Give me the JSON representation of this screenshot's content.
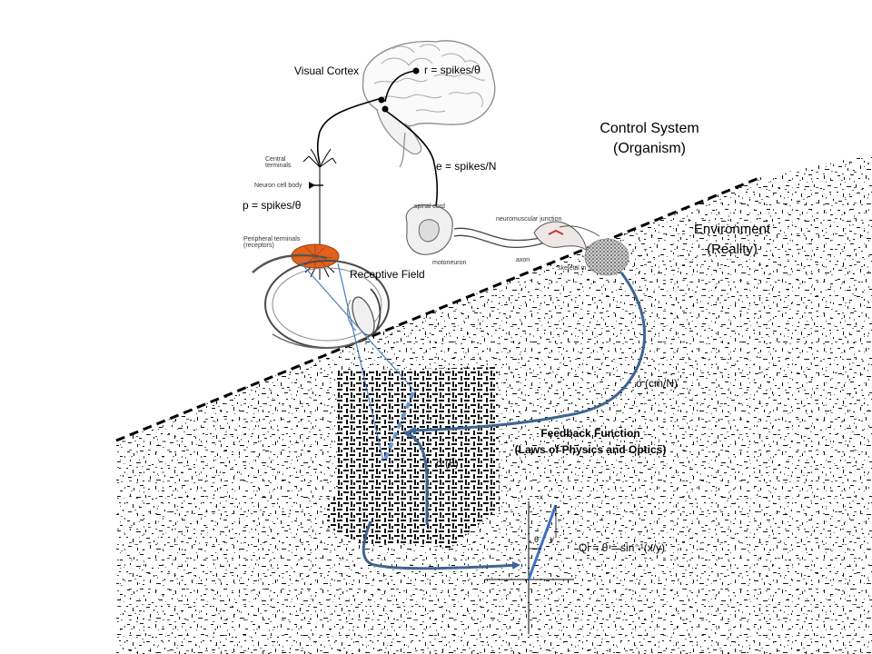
{
  "labels": {
    "visual_cortex": "Visual Cortex",
    "r_rate": "r = spikes/θ",
    "e_rate": "e = spikes/N",
    "p_rate": "p = spikes/θ",
    "receptive_field": "Receptive Field",
    "control_system_line1": "Control System",
    "control_system_line2": "(Organism)",
    "environment_line1": "Environment",
    "environment_line2": "(Reality)",
    "output_o": "o (cm/N)",
    "feedback_line1": "Feedback Function",
    "feedback_line2": "(Laws of Physics and Optics)",
    "disturbance": "d (θ)",
    "qi_formula": "Qi = θ = sin⁻¹(x/y)",
    "theta": "θ",
    "x_axis": "x",
    "y_axis": "y"
  },
  "neuron_labels": {
    "central_terminals": "Central terminals",
    "cell_body": "Neuron cell body",
    "peripheral_terminals": "Peripheral terminals (receptors)"
  },
  "spinal_labels": {
    "spinal_cord": "spinal cord",
    "neuromuscular_junction": "neuromuscular junction",
    "axon": "axon",
    "motoneuron": "motoneuron",
    "skeletal_muscle": "skeletal m"
  },
  "colors": {
    "arrow_blue": "#3f6590",
    "light_blue": "#6a98d6",
    "receptor_orange": "#e2611c",
    "dashed_boundary": "#000000"
  }
}
